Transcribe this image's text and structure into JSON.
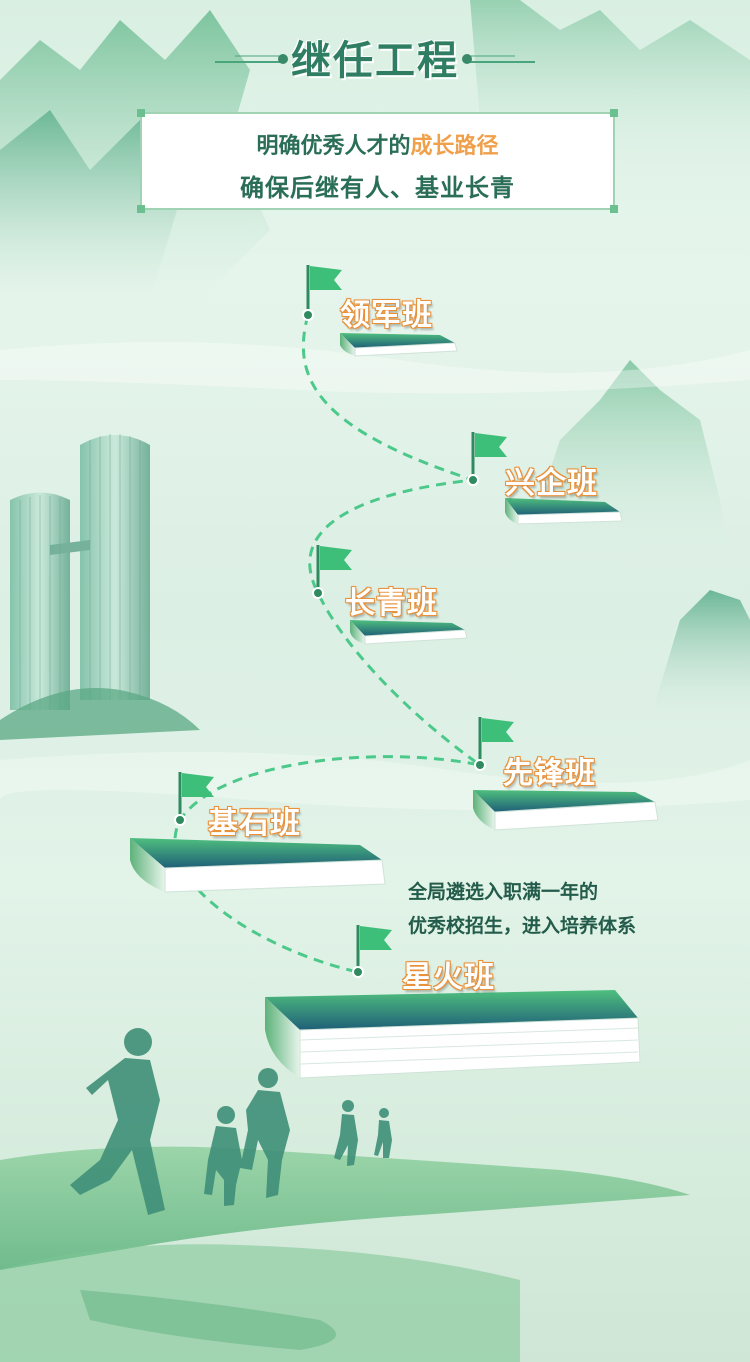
{
  "title": "继任工程",
  "slogan": {
    "line1_prefix": "明确优秀人才的",
    "line1_highlight": "成长路径",
    "line2": "确保后继有人、基业长青"
  },
  "stages": [
    {
      "name": "领军班"
    },
    {
      "name": "兴企班"
    },
    {
      "name": "长青班"
    },
    {
      "name": "先锋班"
    },
    {
      "name": "基石班"
    },
    {
      "name": "星火班"
    }
  ],
  "description": {
    "line1": "全局遴选入职满一年的",
    "line2": "优秀校招生，进入培养体系"
  },
  "colors": {
    "title": "#2f7e63",
    "highlight": "#f0a04b",
    "flag": "#3dbf7a",
    "path": "#4cc98a",
    "book_top": "#1f6f7a",
    "mountain": "#6fbf95"
  }
}
